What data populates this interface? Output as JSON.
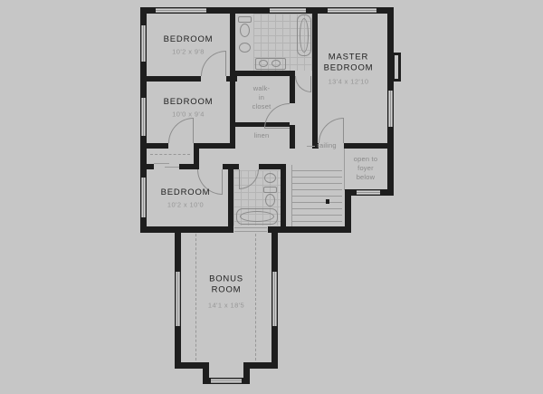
{
  "rooms": {
    "bedroom1": {
      "name": "BEDROOM",
      "dims": "10'2 x 9'8"
    },
    "bedroom2": {
      "name": "BEDROOM",
      "dims": "10'0 x 9'4"
    },
    "bedroom3": {
      "name": "BEDROOM",
      "dims": "10'2 x 10'0"
    },
    "master": {
      "name": "MASTER\nBEDROOM",
      "dims": "13'4 x 12'10"
    },
    "bonus": {
      "name": "BONUS\nROOM",
      "dims": "14'1 x 18'5"
    }
  },
  "annotations": {
    "walk_in_closet": "walk-\nin\ncloset",
    "linen": "linen",
    "railing": "railing",
    "open_to_foyer": "open to\nfoyer\nbelow"
  },
  "colors": {
    "background": "#c6c6c6",
    "wall": "#1e1e1e",
    "room_text": "#1f1f1f",
    "dimension_text": "#969696",
    "annotation_text": "#8a8a8a"
  }
}
